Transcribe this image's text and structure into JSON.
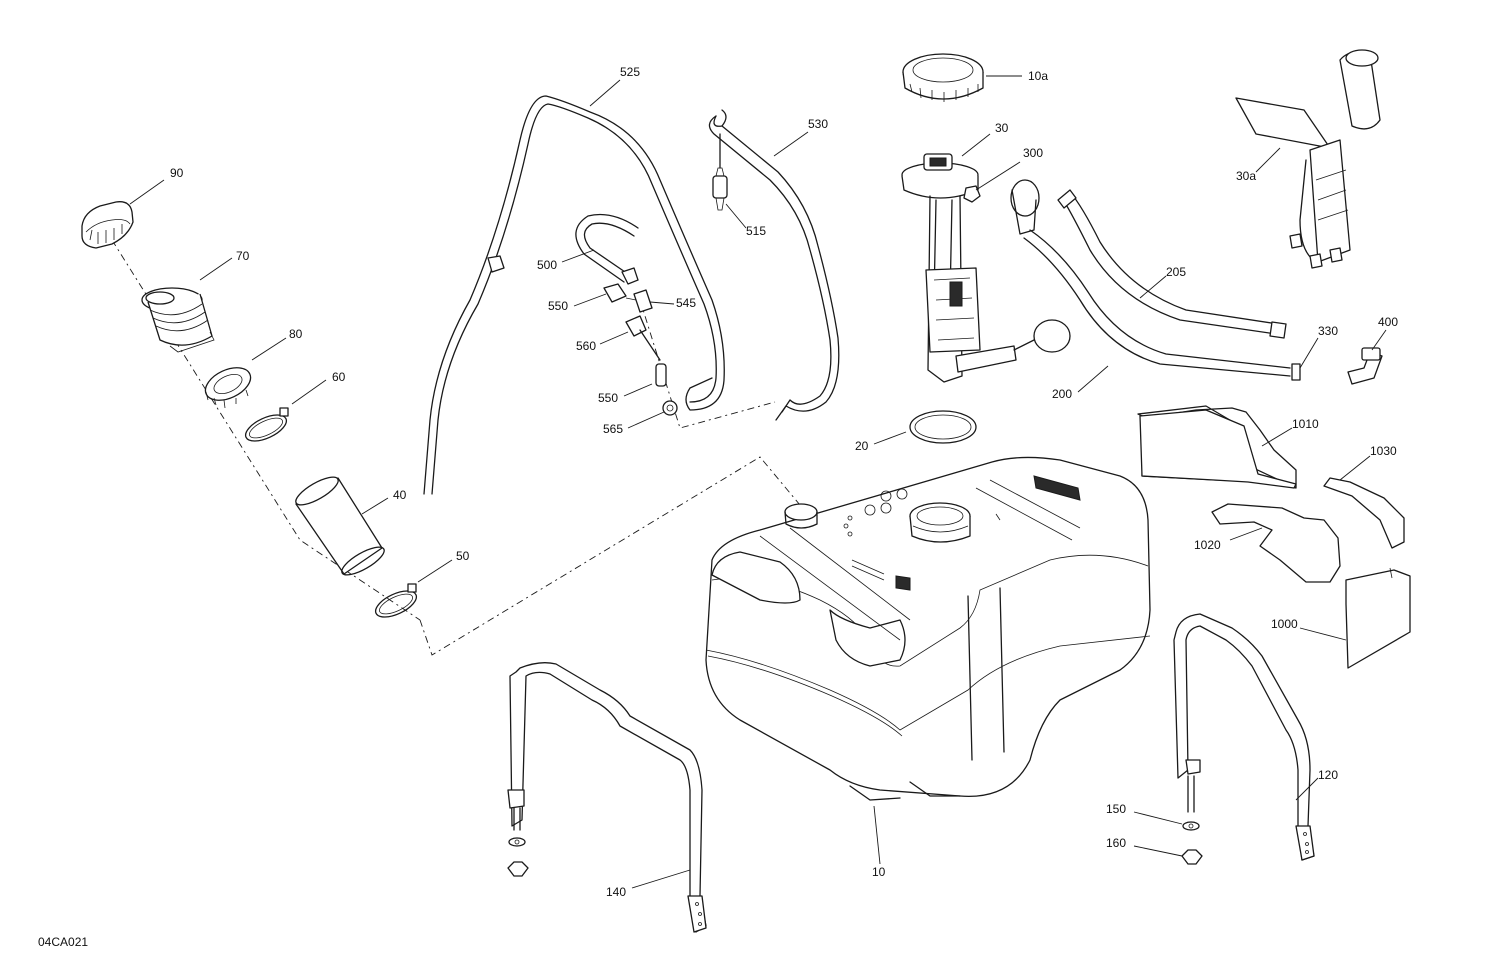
{
  "diagram_code": "04CA021",
  "callouts": {
    "c10a": "10a",
    "c30": "30",
    "c300": "300",
    "c30a": "30a",
    "c525": "525",
    "c530": "530",
    "c515": "515",
    "c500": "500",
    "c550a": "550",
    "c545": "545",
    "c560": "560",
    "c550b": "550",
    "c565": "565",
    "c90": "90",
    "c70": "70",
    "c80": "80",
    "c60": "60",
    "c40": "40",
    "c50": "50",
    "c20": "20",
    "c205": "205",
    "c200": "200",
    "c330": "330",
    "c400": "400",
    "c1010": "1010",
    "c1030": "1030",
    "c1020": "1020",
    "c1000": "1000",
    "c10": "10",
    "c140": "140",
    "c120": "120",
    "c150": "150",
    "c160": "160"
  }
}
